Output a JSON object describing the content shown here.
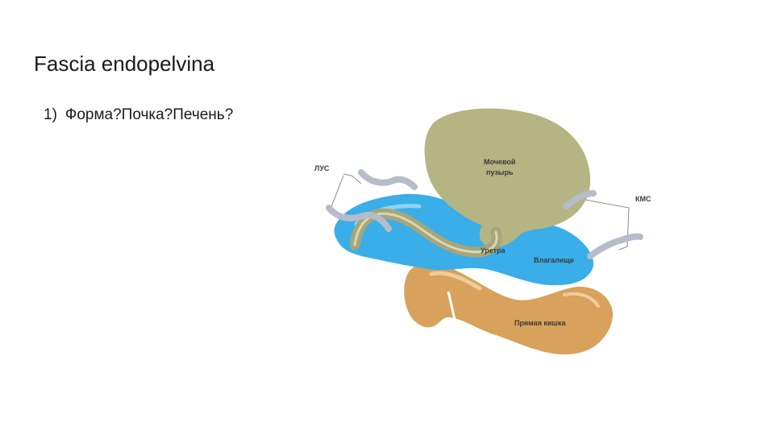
{
  "slide": {
    "title": "Fascia endopelvina",
    "items": [
      {
        "number": "1)",
        "text": "Форма?Почка?Печень?"
      }
    ]
  },
  "diagram": {
    "labels": {
      "lus": "ЛУС",
      "kms": "КМС",
      "bladder_line1": "Мочевой",
      "bladder_line2": "пузырь",
      "urethra": "Уретра",
      "vagina": "Влагалище",
      "rectum": "Прямая кишка"
    },
    "colors": {
      "bladder": "#b5b483",
      "vagina": "#39aee8",
      "rectum": "#d8a25c",
      "ligament": "#b6bcc9"
    }
  }
}
